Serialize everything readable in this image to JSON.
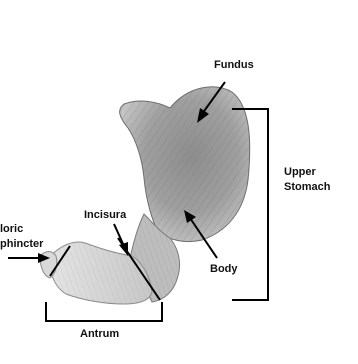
{
  "diagram": {
    "labels": {
      "fundus": "Fundus",
      "upper_stomach_line1": "Upper",
      "upper_stomach_line2": "Stomach",
      "incisura": "Incisura",
      "body": "Body",
      "pyloric_line1": "loric",
      "pyloric_line2": "phincter",
      "antrum": "Antrum"
    },
    "colors": {
      "tissue_light": "#d6d6d6",
      "tissue_mid": "#a9a9a9",
      "tissue_dark": "#7a7a7a",
      "line": "#000000"
    }
  }
}
